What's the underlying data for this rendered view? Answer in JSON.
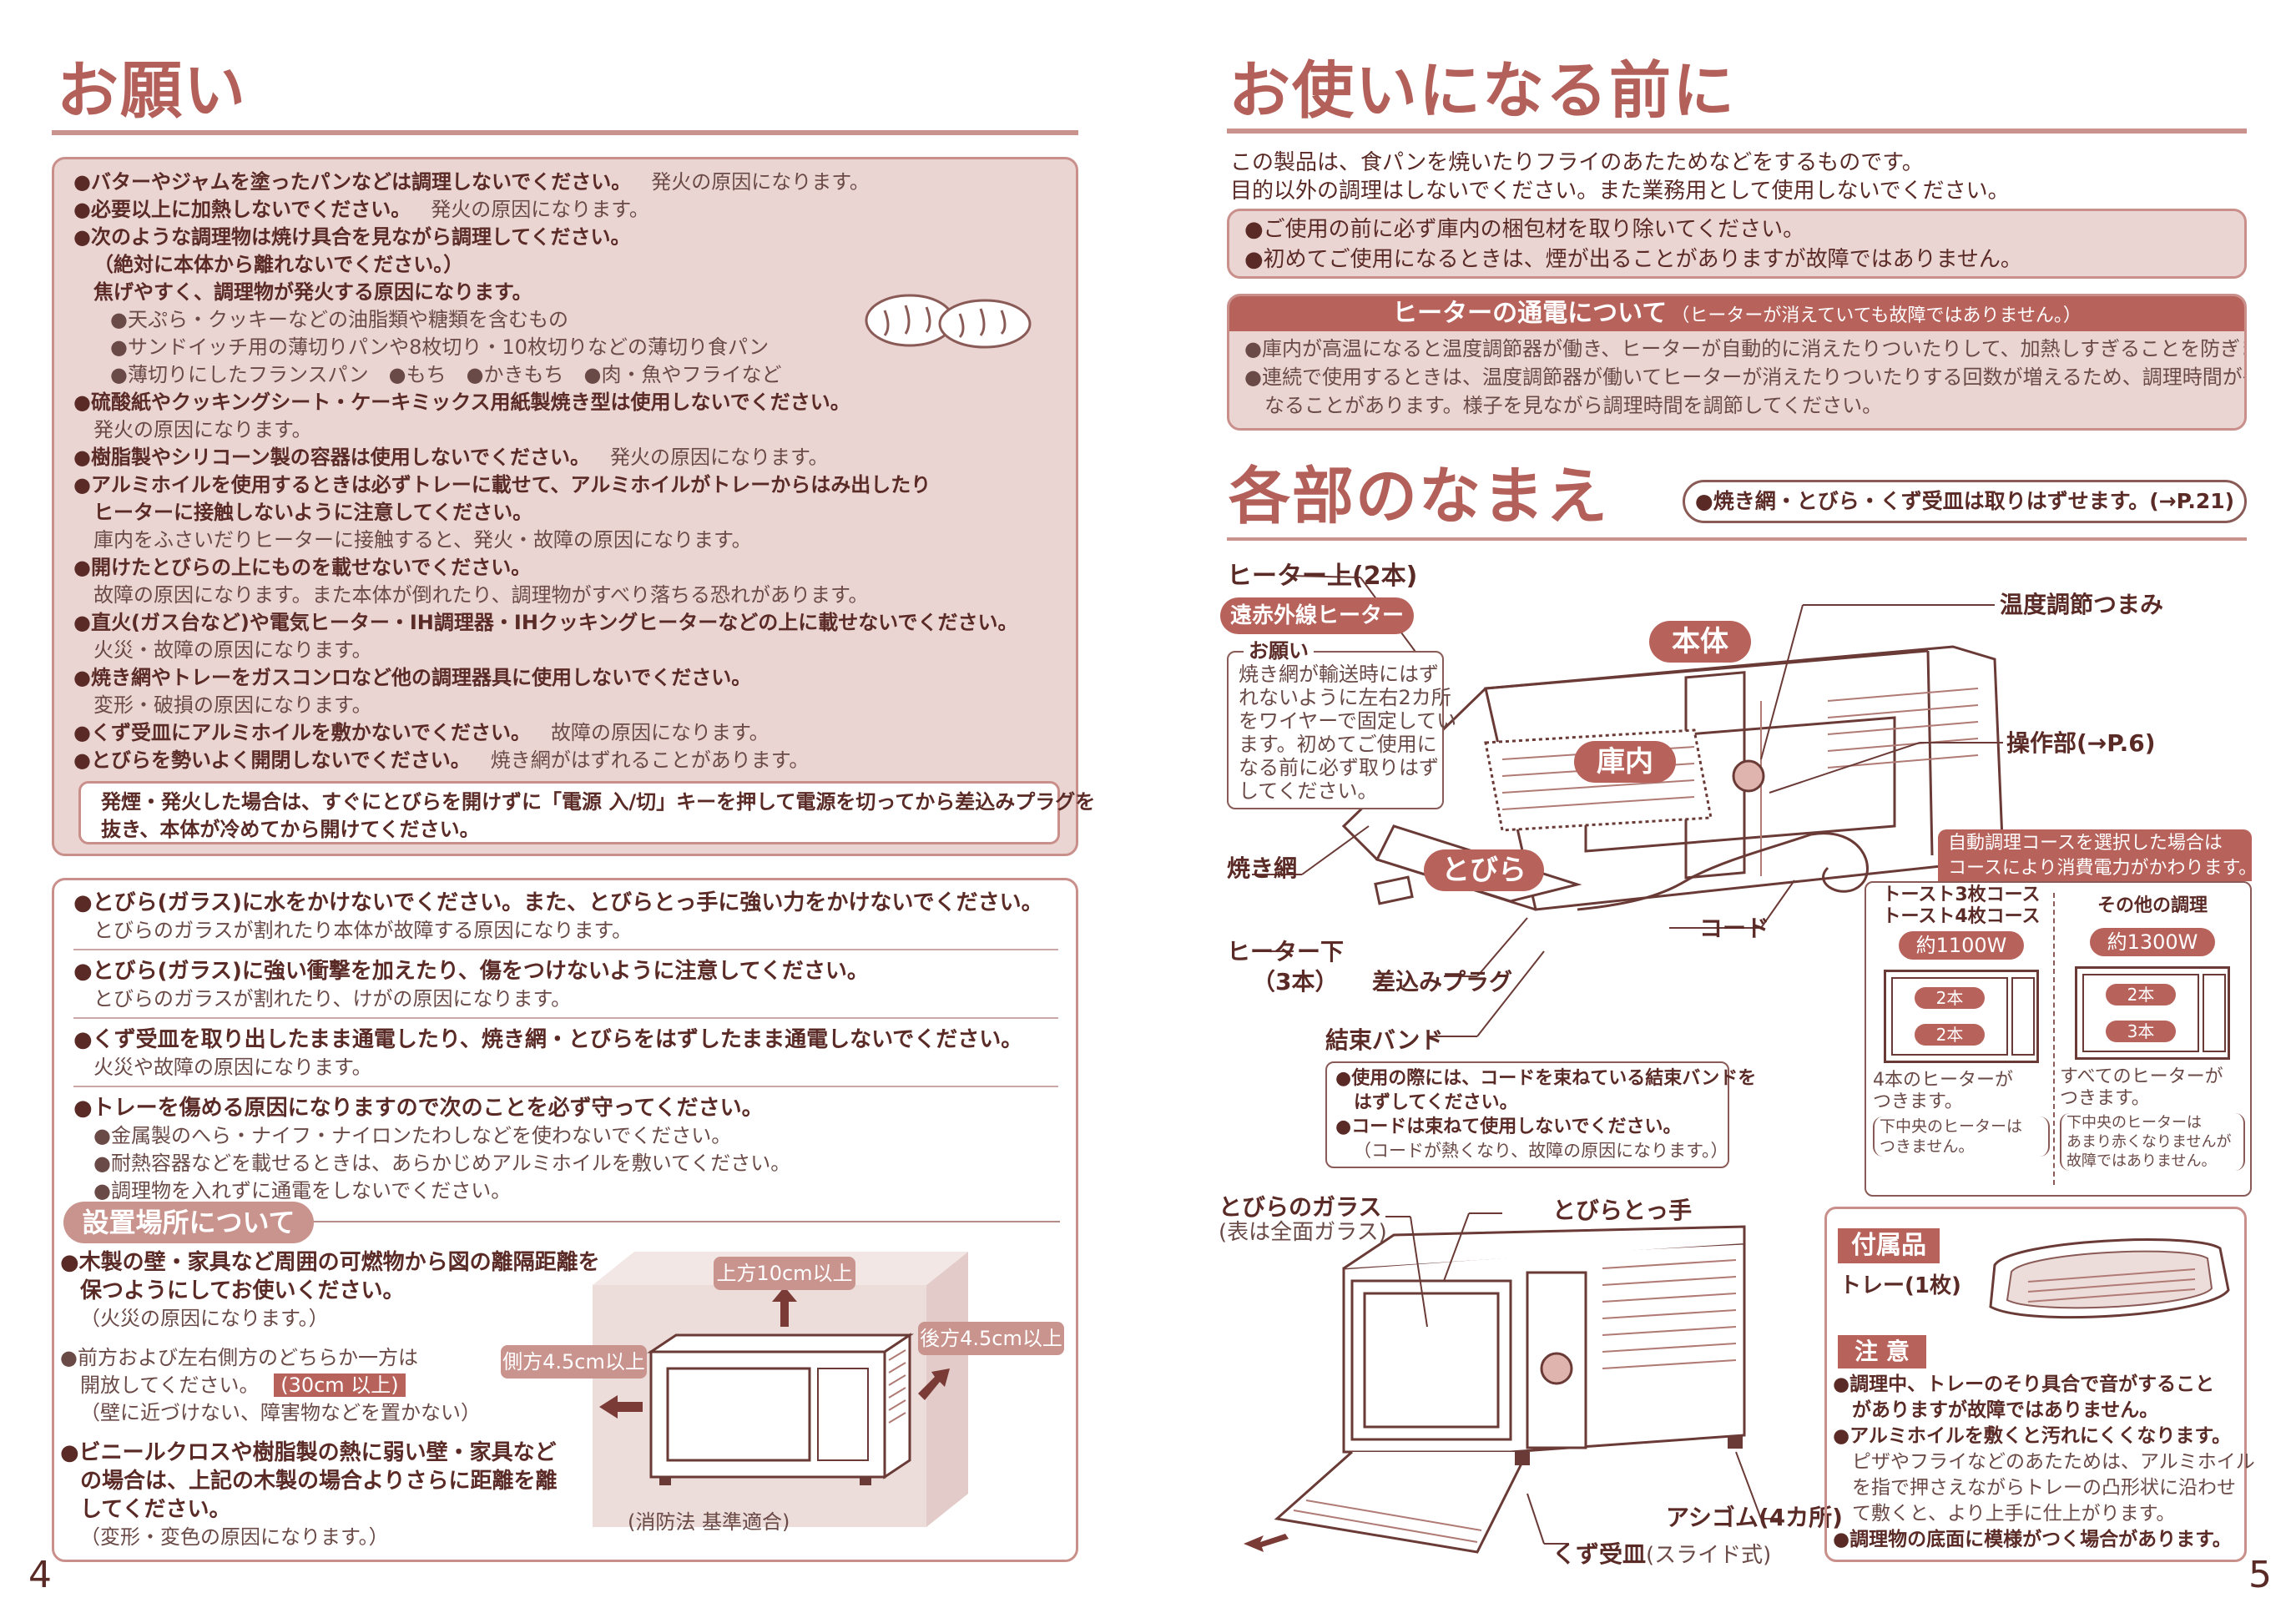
{
  "left": {
    "title": "お願い",
    "items1": [
      {
        "b": "●バターやジャムを塗ったパンなどは調理しないでください。",
        "n": "発火の原因になります。"
      },
      {
        "b": "●必要以上に加熱しないでください。",
        "n": "発火の原因になります。"
      },
      {
        "b": "●次のような調理物は焼け具合を見ながら調理してください。",
        "n": ""
      }
    ],
    "caution_lines": [
      "（絶対に本体から離れないでください。）",
      "焦げやすく、調理物が発火する原因になります。"
    ],
    "food_list": [
      "●天ぷら・クッキーなどの油脂類や糖類を含むもの",
      "●サンドイッチ用の薄切りパンや8枚切り・10枚切りなどの薄切り食パン",
      "●薄切りにしたフランスパン　●もち　●かきもち　●肉・魚やフライなど"
    ],
    "items2": [
      {
        "b": "●硫酸紙やクッキングシート・ケーキミックス用紙製焼き型は使用しないでください。",
        "n": "発火の原因になります。",
        "nl": true
      },
      {
        "b": "●樹脂製やシリコーン製の容器は使用しないでください。",
        "n": "発火の原因になります。",
        "nl": false
      },
      {
        "b": "●アルミホイルを使用するときは必ずトレーに載せて、アルミホイルがトレーからはみ出したり",
        "b2": "ヒーターに接触しないように注意してください。",
        "n": "庫内をふさいだりヒーターに接触すると、発火・故障の原因になります。",
        "nl": true
      },
      {
        "b": "●開けたとびらの上にものを載せないでください。",
        "n": "故障の原因になります。また本体が倒れたり、調理物がすべり落ちる恐れがあります。",
        "nl": true
      },
      {
        "b": "●直火(ガス台など)や電気ヒーター・IH調理器・IHクッキングヒーターなどの上に載せないでください。",
        "n": "火災・故障の原因になります。",
        "nl": true
      },
      {
        "b": "●焼き網やトレーをガスコンロなど他の調理器具に使用しないでください。",
        "n": "変形・破損の原因になります。",
        "nl": true
      },
      {
        "b": "●くず受皿にアルミホイルを敷かないでください。",
        "n": "故障の原因になります。",
        "nl": false
      },
      {
        "b": "●とびらを勢いよく開閉しないでください。",
        "n": "焼き網がはずれることがあります。",
        "nl": false
      }
    ],
    "smoke_note": [
      "発煙・発火した場合は、すぐにとびらを開けずに「電源 入/切」キーを押して電源を切ってから差込みプラグを",
      "抜き、本体が冷めてから開けてください。"
    ],
    "items3": [
      {
        "b": "●とびら(ガラス)に水をかけないでください。また、とびらとっ手に強い力をかけないでください。",
        "n": "とびらのガラスが割れたり本体が故障する原因になります。"
      },
      {
        "b": "●とびら(ガラス)に強い衝撃を加えたり、傷をつけないように注意してください。",
        "n": "とびらのガラスが割れたり、けがの原因になります。"
      },
      {
        "b": "●くず受皿を取り出したまま通電したり、焼き網・とびらをはずしたまま通電しないでください。",
        "n": "火災や故障の原因になります。"
      }
    ],
    "tray_head": "●トレーを傷める原因になりますので次のことを必ず守ってください。",
    "tray_list": [
      "●金属製のへら・ナイフ・ナイロンたわしなどを使わないでください。",
      "●耐熱容器などを載せるときは、あらかじめアルミホイルを敷いてください。",
      "●調理物を入れずに通電をしないでください。"
    ],
    "install_title": "設置場所について",
    "install": {
      "p1": [
        "●木製の壁・家具など周囲の可燃物から図の離隔距離を",
        "保つようにしてお使いください。"
      ],
      "p1n": "（火災の原因になります。）",
      "p2": [
        "●前方および左右側方のどちらか一方は",
        "開放してください。"
      ],
      "p2hl": "(30cm 以上)",
      "p2n": "（壁に近づけない、障害物などを置かない）",
      "p3": [
        "●ビニールクロスや樹脂製の熱に弱い壁・家具など",
        "の場合は、上記の木製の場合よりさらに距離を離",
        "してください。"
      ],
      "p3n": "（変形・変色の原因になります。）",
      "top": "上方10cm以上",
      "side": "側方4.5cm以上",
      "rear": "後方4.5cm以上",
      "law": "(消防法 基準適合)"
    },
    "page": "4"
  },
  "right": {
    "title": "お使いになる前に",
    "intro": [
      "この製品は、食パンを焼いたりフライのあたためなどをするものです。",
      "目的以外の調理はしないでください。また業務用として使用しないでください。"
    ],
    "before": [
      "●ご使用の前に必ず庫内の梱包材を取り除いてください。",
      "●初めてご使用になるときは、煙が出ることがありますが故障ではありません。"
    ],
    "heater_title": "ヒーターの通電について",
    "heater_sub": "（ヒーターが消えていても故障ではありません。）",
    "heater_lines": [
      "●庫内が高温になると温度調節器が働き、ヒーターが自動的に消えたりついたりして、加熱しすぎることを防ぎます。",
      "●連続で使用するときは、温度調節器が働いてヒーターが消えたりついたりする回数が増えるため、調理時間が長く",
      "なることがあります。様子を見ながら調理時間を調節してください。"
    ],
    "parts_title": "各部のなまえ",
    "parts_note": "●焼き網・とびら・くず受皿は取りはずせます。(→P.21)",
    "labels": {
      "heater_top": "ヒーター上(2本)",
      "far_ir": "遠赤外線ヒーター",
      "body": "本体",
      "inside": "庫内",
      "door": "とびら",
      "temp_knob": "温度調節つまみ",
      "control": "操作部(→P.6)",
      "rack": "焼き網",
      "cord": "コード",
      "heater_bottom": "ヒーター下",
      "heater_bottom2": "（3本）",
      "plug": "差込みプラグ",
      "band": "結束バンド",
      "glass": "とびらのガラス",
      "glass_sub": "(表は全面ガラス)",
      "handle": "とびらとっ手",
      "rubber": "アシゴム(4カ所)",
      "crumb": "くず受皿",
      "crumb_sub": "(スライド式)"
    },
    "onegai": {
      "title": "お願い",
      "lines": [
        "焼き網が輸送時にはず",
        "れないように左右2カ所",
        "をワイヤーで固定してい",
        "ます。初めてご使用に",
        "なる前に必ず取りはず",
        "してください。"
      ]
    },
    "band_box": [
      "●使用の際には、コードを束ねている結束バンドを",
      "はずしてください。",
      "●コードは束ねて使用しないでください。",
      "（コードが熱くなり、故障の原因になります。）"
    ],
    "power": {
      "head": [
        "自動調理コースを選択した場合は",
        "コースにより消費電力がかわります。"
      ],
      "col1_head": [
        "トースト3枚コース",
        "トースト4枚コース"
      ],
      "col1_w": "約1100W",
      "col1_top": "2本",
      "col1_bot": "2本",
      "col1_note": [
        "4本のヒーターが",
        "つきます。"
      ],
      "col1_sub": [
        "下中央のヒーターは",
        "つきません。"
      ],
      "col2_head": "その他の調理",
      "col2_w": "約1300W",
      "col2_top": "2本",
      "col2_bot": "3本",
      "col2_note": [
        "すべてのヒーターが",
        "つきます。"
      ],
      "col2_sub": [
        "下中央のヒーターは",
        "あまり赤くなりませんが",
        "故障ではありません。"
      ]
    },
    "acc": {
      "title": "付属品",
      "tray": "トレー(1枚)",
      "caution": "注 意",
      "lines": [
        {
          "b": "●調理中、トレーのそり具合で音がすること",
          "n": false
        },
        {
          "b": "　がありますが故障ではありません。",
          "n": false
        },
        {
          "b": "●アルミホイルを敷くと汚れにくくなります。",
          "n": false
        },
        {
          "b": "　ピザやフライなどのあたためは、アルミホイル",
          "n": true
        },
        {
          "b": "　を指で押さえながらトレーの凸形状に沿わせ",
          "n": true
        },
        {
          "b": "　て敷くと、より上手に仕上がります。",
          "n": true
        },
        {
          "b": "●調理物の底面に模様がつく場合があります。",
          "n": false
        }
      ]
    },
    "page": "5"
  },
  "colors": {
    "accent": "#b7625b",
    "pink": "#ead5d3",
    "text": "#5a2a26"
  }
}
